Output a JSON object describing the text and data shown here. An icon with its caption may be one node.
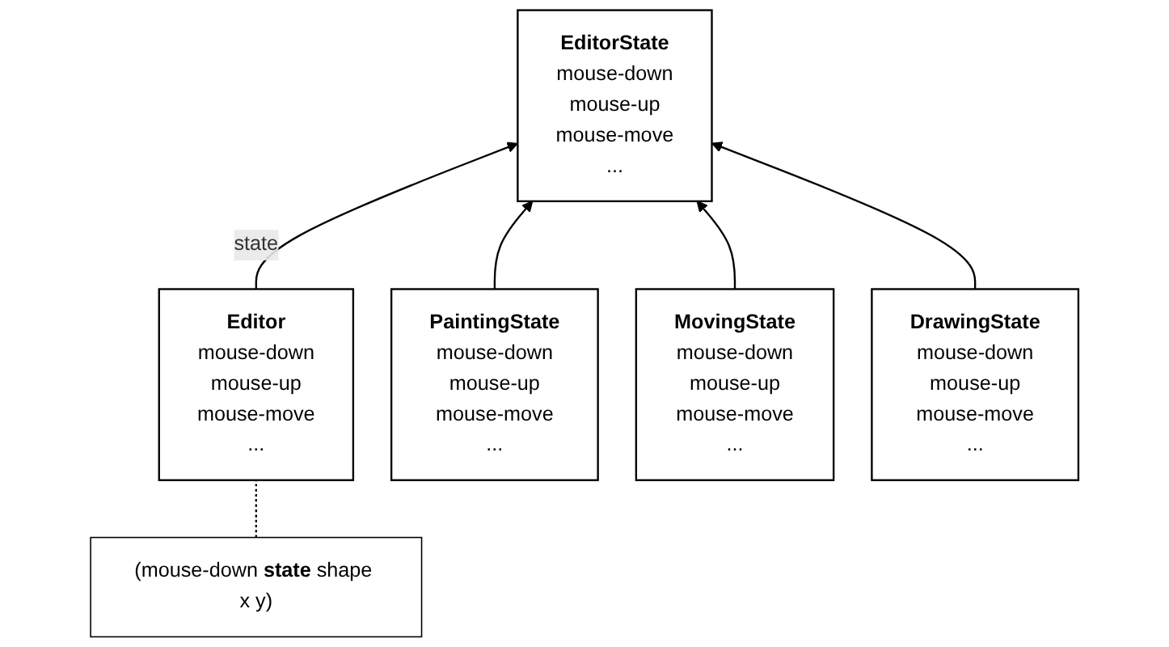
{
  "diagram": {
    "nodes": [
      {
        "text": [
          "Editor",
          "mouse-down",
          "mouse-up",
          "mouse-move",
          "..."
        ]
      },
      {
        "text": [
          "EditorState",
          "mouse-down",
          "mouse-up",
          "mouse-move",
          "..."
        ]
      },
      {
        "text": [
          "(mouse-down **state** shape x y)"
        ]
      },
      {
        "text": [
          "PaintingState",
          "mouse-down",
          "mouse-up",
          "mouse-move",
          "..."
        ]
      },
      {
        "text": [
          "MovingState",
          "mouse-down",
          "mouse-up",
          "mouse-move",
          "..."
        ]
      },
      {
        "text": [
          "DrawingState",
          "mouse-down",
          "mouse-up",
          "mouse-move",
          "..."
        ]
      }
    ],
    "edges": [
      {
        "from": 0,
        "to": 1,
        "arrow": "to",
        "label": "state"
      },
      {
        "from": 2,
        "to": 0,
        "arrow": "none",
        "style": "dashed"
      },
      {
        "from": 3,
        "to": 1,
        "arrow": "to"
      },
      {
        "from": 4,
        "to": 1,
        "arrow": "to"
      },
      {
        "from": 5,
        "to": 1,
        "arrow": "to"
      }
    ]
  }
}
